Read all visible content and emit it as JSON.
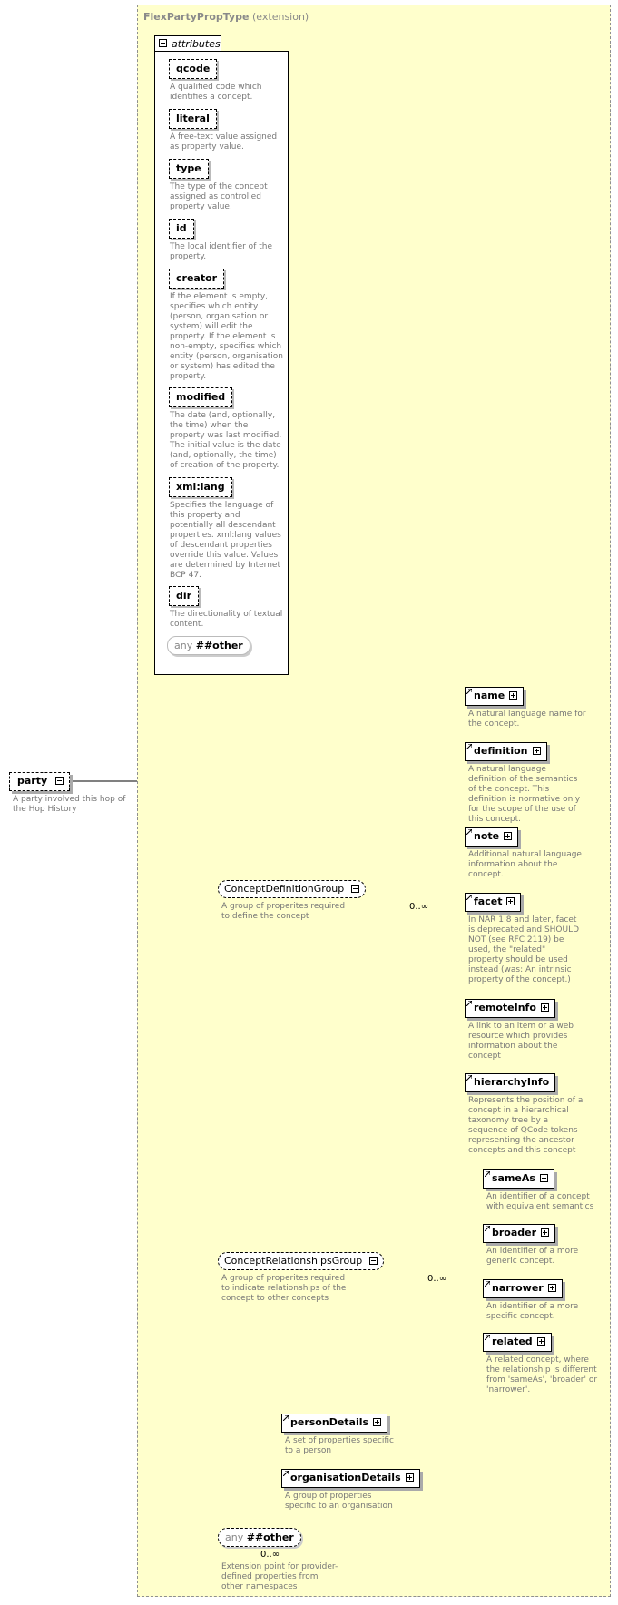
{
  "root": {
    "name": "party",
    "description": "A party involved this hop of the Hop History"
  },
  "type": {
    "name": "FlexPartyPropType",
    "qualifier": "(extension)"
  },
  "attributes": {
    "header": "attributes",
    "items": [
      {
        "name": "qcode",
        "description": "A qualified code which identifies a concept."
      },
      {
        "name": "literal",
        "description": "A free-text value assigned as property value."
      },
      {
        "name": "type",
        "description": "The type of the concept assigned as controlled property value."
      },
      {
        "name": "id",
        "description": "The local identifier of the property."
      },
      {
        "name": "creator",
        "description": "If the element is empty, specifies which entity (person, organisation or system) will edit the property. If the element is non-empty, specifies which entity (person, organisation or system) has edited the property."
      },
      {
        "name": "modified",
        "description": "The date (and, optionally, the time) when the property was last modified. The initial value is the date (and, optionally, the time) of creation of the property."
      },
      {
        "name": "xml:lang",
        "description": "Specifies the language of this property and potentially all descendant properties. xml:lang values of descendant properties override this value. Values are determined by Internet BCP 47."
      },
      {
        "name": "dir",
        "description": "The directionality of textual content."
      }
    ],
    "any": {
      "prefix": "any",
      "value": "##other"
    }
  },
  "groups": {
    "definition": {
      "name": "ConceptDefinitionGroup",
      "description": "A group of properites required to define the concept",
      "cardinality": "0..∞",
      "elements": [
        {
          "name": "name",
          "description": "A natural language name for the concept."
        },
        {
          "name": "definition",
          "description": "A natural language definition of the semantics of the concept. This definition is normative only for the scope of the use of this concept."
        },
        {
          "name": "note",
          "description": "Additional natural language information about the concept."
        },
        {
          "name": "facet",
          "description": "In NAR 1.8 and later, facet is deprecated and SHOULD NOT (see RFC 2119) be used, the \"related\" property should be used instead (was: An intrinsic property of the concept.)"
        },
        {
          "name": "remoteInfo",
          "description": "A link to an item or a web resource which provides information about the concept"
        },
        {
          "name": "hierarchyInfo",
          "description": "Represents the position of a concept in a hierarchical taxonomy tree by a sequence of QCode tokens representing the ancestor concepts and this concept"
        }
      ]
    },
    "relationships": {
      "name": "ConceptRelationshipsGroup",
      "description": "A group of properites required to indicate relationships of the concept to other concepts",
      "cardinality": "0..∞",
      "elements": [
        {
          "name": "sameAs",
          "description": "An identifier of a concept with equivalent semantics"
        },
        {
          "name": "broader",
          "description": "An identifier of a more generic concept."
        },
        {
          "name": "narrower",
          "description": "An identifier of a more specific concept."
        },
        {
          "name": "related",
          "description": "A related concept, where the relationship is different from 'sameAs', 'broader' or 'narrower'."
        }
      ]
    },
    "choice": {
      "elements": [
        {
          "name": "personDetails",
          "description": "A set of properties specific to a person"
        },
        {
          "name": "organisationDetails",
          "description": "A group of properties specific to an organisation"
        }
      ]
    },
    "other": {
      "prefix": "any",
      "value": "##other",
      "cardinality": "0..∞",
      "description": "Extension point for provider-defined properties from other namespaces"
    }
  }
}
